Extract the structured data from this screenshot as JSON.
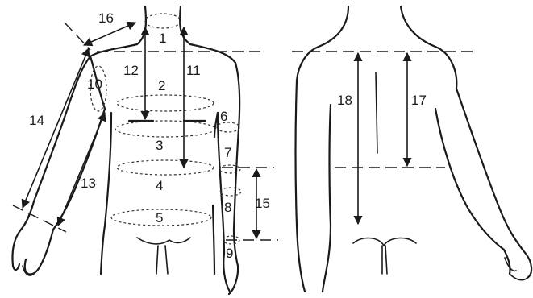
{
  "labels": {
    "m1": "1",
    "m2": "2",
    "m3": "3",
    "m4": "4",
    "m5": "5",
    "m6": "6",
    "m7": "7",
    "m8": "8",
    "m9": "9",
    "m10": "10",
    "m11": "11",
    "m12": "12",
    "m13": "13",
    "m14": "14",
    "m15": "15",
    "m16": "16",
    "m17": "17",
    "m18": "18"
  }
}
